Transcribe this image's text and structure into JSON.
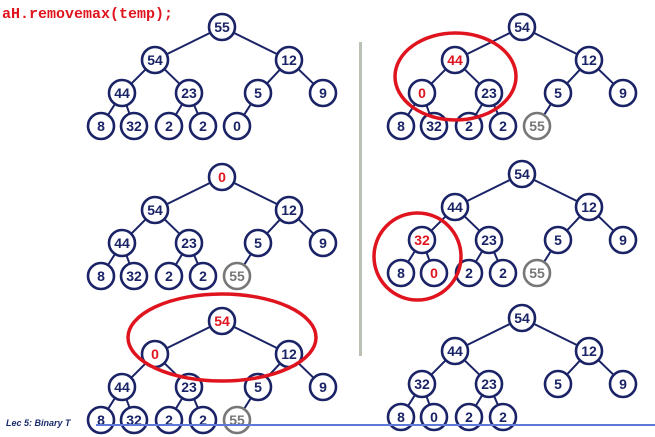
{
  "code_title": "aH.removemax(temp);",
  "footer_label": "Lec 5: Binary T",
  "colors": {
    "node_stroke": "#1a2366",
    "node_text": "#1a2366",
    "highlight_text": "#e0141e",
    "moved_node": "#777777",
    "highlight_ring": "#e0141e",
    "divider": "#b9c1b5",
    "footer_rule": "#5e79d8"
  },
  "panels": [
    {
      "values": [
        "55",
        "54",
        "12",
        "44",
        "23",
        "5",
        "9",
        "8",
        "32",
        "2",
        "2",
        "0"
      ],
      "highlighted": [],
      "moved": []
    },
    {
      "values": [
        "54",
        "44",
        "12",
        "0",
        "23",
        "5",
        "9",
        "8",
        "32",
        "2",
        "2",
        "55"
      ],
      "highlighted": [
        1,
        3
      ],
      "moved": [
        11
      ],
      "circled": "1,3,4"
    },
    {
      "values": [
        "0",
        "54",
        "12",
        "44",
        "23",
        "5",
        "9",
        "8",
        "32",
        "2",
        "2",
        "55"
      ],
      "highlighted": [
        0
      ],
      "moved": [
        11
      ]
    },
    {
      "values": [
        "54",
        "44",
        "12",
        "32",
        "23",
        "5",
        "9",
        "8",
        "0",
        "2",
        "2",
        "55"
      ],
      "highlighted": [
        3,
        8
      ],
      "moved": [
        11
      ],
      "circled": "3,7,8"
    },
    {
      "values": [
        "54",
        "0",
        "12",
        "44",
        "23",
        "5",
        "9",
        "8",
        "32",
        "2",
        "2",
        "55"
      ],
      "highlighted": [
        0,
        1
      ],
      "moved": [
        11
      ],
      "circled": "0,1,2"
    },
    {
      "values": [
        "54",
        "44",
        "12",
        "32",
        "23",
        "5",
        "9",
        "8",
        "0",
        "2",
        "2"
      ],
      "highlighted": [],
      "moved": []
    }
  ]
}
